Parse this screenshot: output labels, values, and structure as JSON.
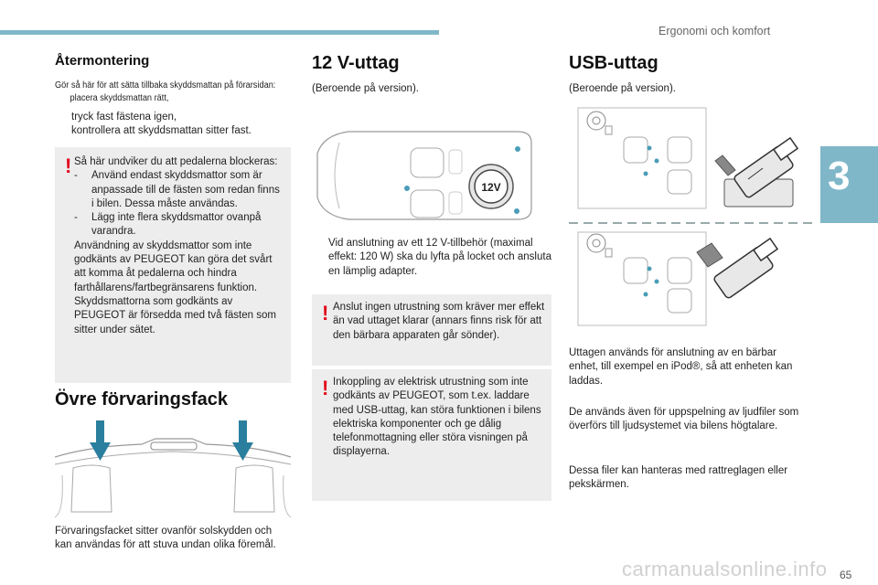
{
  "header": {
    "section": "Ergonomi och komfort",
    "chapter": "3"
  },
  "col1": {
    "title": "Återmontering",
    "intro": "Gör så här för att sätta tillbaka skyddsmattan på förarsidan:",
    "step1": "placera skyddsmattan rätt,",
    "step2": "tryck fast fästena igen,",
    "step3": "kontrollera att skyddsmattan sitter fast.",
    "warning": {
      "l1": "Så här undviker du att pedalerna blockeras:",
      "d1": "Använd endast skyddsmattor som är anpassade till de fästen som redan finns i bilen. Dessa måste användas.",
      "d2": "Lägg inte flera skyddsmattor ovanpå varandra.",
      "p": "Användning av skyddsmattor som inte godkänts av PEUGEOT kan göra det svårt att komma åt pedalerna och hindra farthållarens/fartbegränsarens funktion. Skyddsmattorna som godkänts av PEUGEOT är försedda med två fästen som sitter under sätet."
    },
    "title2": "Övre förvaringsfack",
    "caption": "Förvaringsfacket sitter ovanför solskydden och kan användas för att stuva undan olika föremål."
  },
  "col2": {
    "title": "12 V-uttag",
    "note": "(Beroende på version).",
    "socket_label": "12V",
    "bullet": "Vid anslutning av ett 12 V-tillbehör (maximal effekt: 120 W) ska du lyfta på locket och ansluta en lämplig adapter.",
    "warn1": "Anslut ingen utrustning som kräver mer effekt än vad uttaget klarar (annars finns risk för att den bärbara apparaten går sönder).",
    "warn2": "Inkoppling av elektrisk utrustning som inte godkänts av PEUGEOT, som t.ex. laddare med USB-uttag, kan störa funktionen i bilens elektriska komponenter och ge dålig telefonmottagning eller störa visningen på displayerna."
  },
  "col3": {
    "title": "USB-uttag",
    "note": "(Beroende på version).",
    "p1": "Uttagen används för anslutning av en bärbar enhet, till exempel en iPod®, så att enheten kan laddas.",
    "p2": "De används även för uppspelning av ljudfiler som överförs till ljudsystemet via bilens högtalare.",
    "p3": "Dessa filer kan hanteras med rattreglagen eller pekskärmen."
  },
  "bullet_glyph": "",
  "dash_glyph": "-",
  "warn_glyph": "!",
  "page_number": "65",
  "watermark": "carmanualsonline.info",
  "colors": {
    "accent": "#7fb7c9",
    "warning": "#e3051b",
    "box": "#ededed",
    "dot": "#4a9db8"
  }
}
